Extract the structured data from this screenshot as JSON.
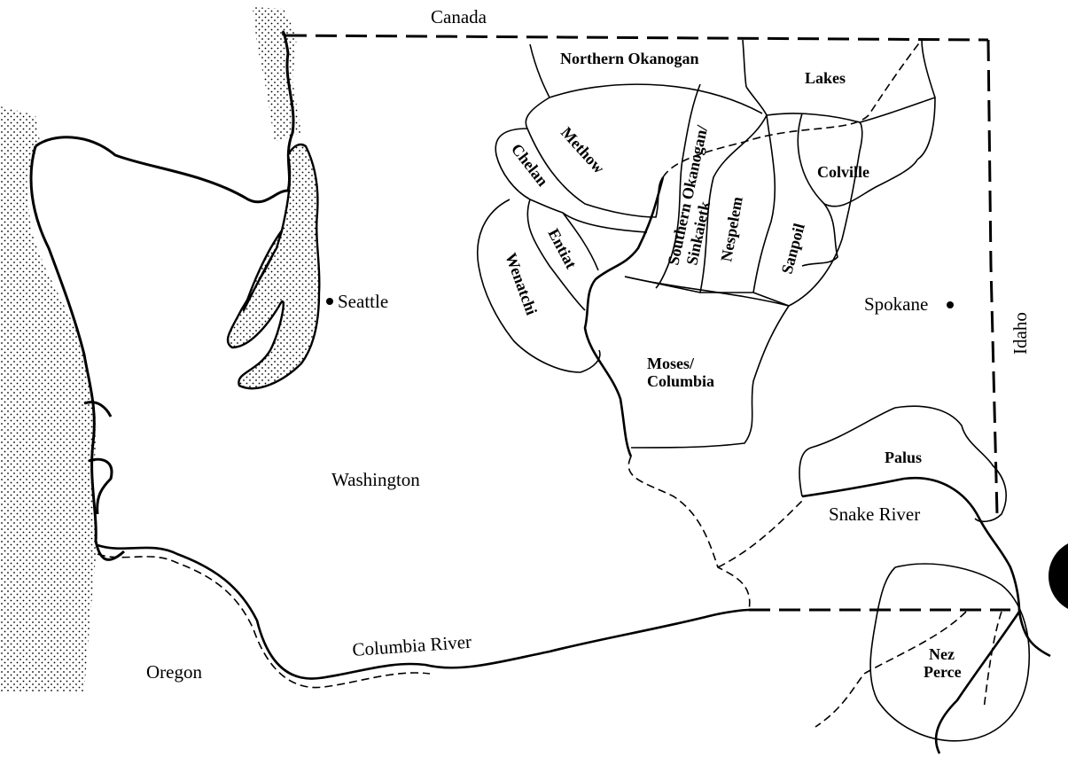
{
  "map": {
    "labels": {
      "canada": "Canada",
      "idaho": "Idaho",
      "oregon": "Oregon",
      "washington": "Washington",
      "seattle": "Seattle",
      "spokane": "Spokane",
      "columbia_river": "Columbia River",
      "snake_river": "Snake River"
    },
    "tribal_areas": {
      "northern_okanogan": "Northern Okanogan",
      "lakes": "Lakes",
      "methow": "Methow",
      "chelan": "Chelan",
      "southern_okanogan_line1": "Southern Okanogan/",
      "southern_okanogan_line2": "Sinkaietk",
      "colville": "Colville",
      "nespelem": "Nespelem",
      "sanpoil": "Sanpoil",
      "entiat": "Entiat",
      "wenatchi": "Wenatchi",
      "moses_line1": "Moses/",
      "moses_line2": "Columbia",
      "palus": "Palus",
      "nez_perce_line1": "Nez",
      "nez_perce_line2": "Perce"
    },
    "cities": [
      "Seattle",
      "Spokane"
    ],
    "colors": {
      "ink": "#000000",
      "paper": "#ffffff"
    }
  }
}
